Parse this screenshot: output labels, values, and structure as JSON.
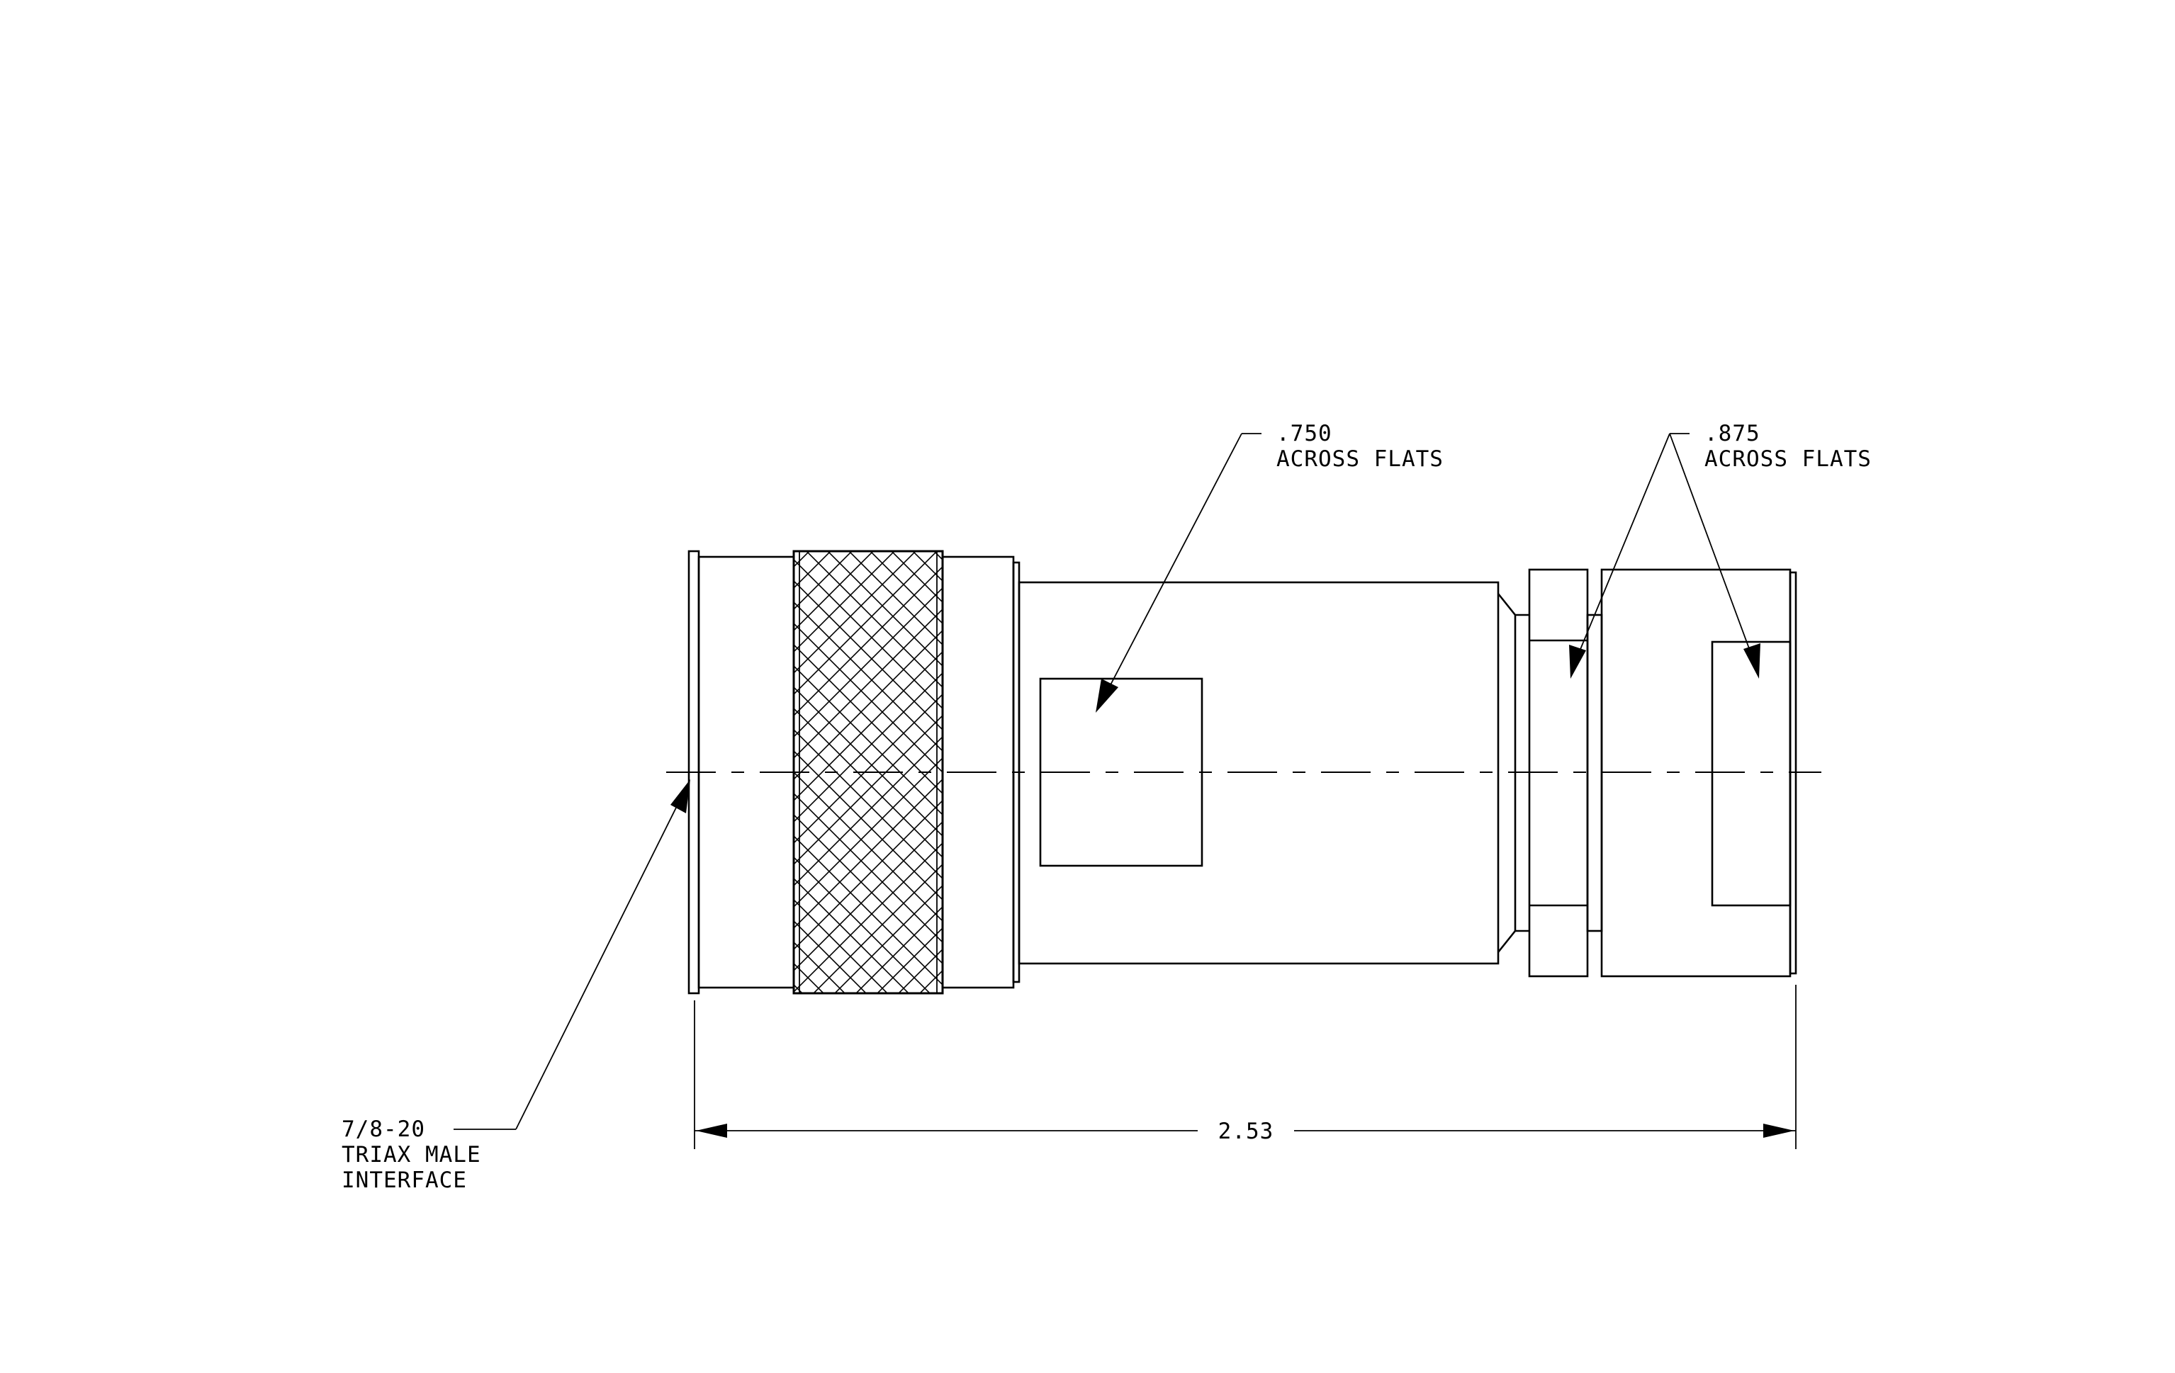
{
  "callouts": {
    "flats_750": {
      "line1": ".750",
      "line2": "ACROSS FLATS"
    },
    "flats_875": {
      "line1": ".875",
      "line2": "ACROSS FLATS"
    },
    "interface": {
      "line1": "7/8-20",
      "line2": "TRIAX MALE",
      "line3": "INTERFACE"
    }
  },
  "dimensions": {
    "overall_length": "2.53"
  },
  "colors": {
    "line": "#000000",
    "background": "#ffffff"
  }
}
